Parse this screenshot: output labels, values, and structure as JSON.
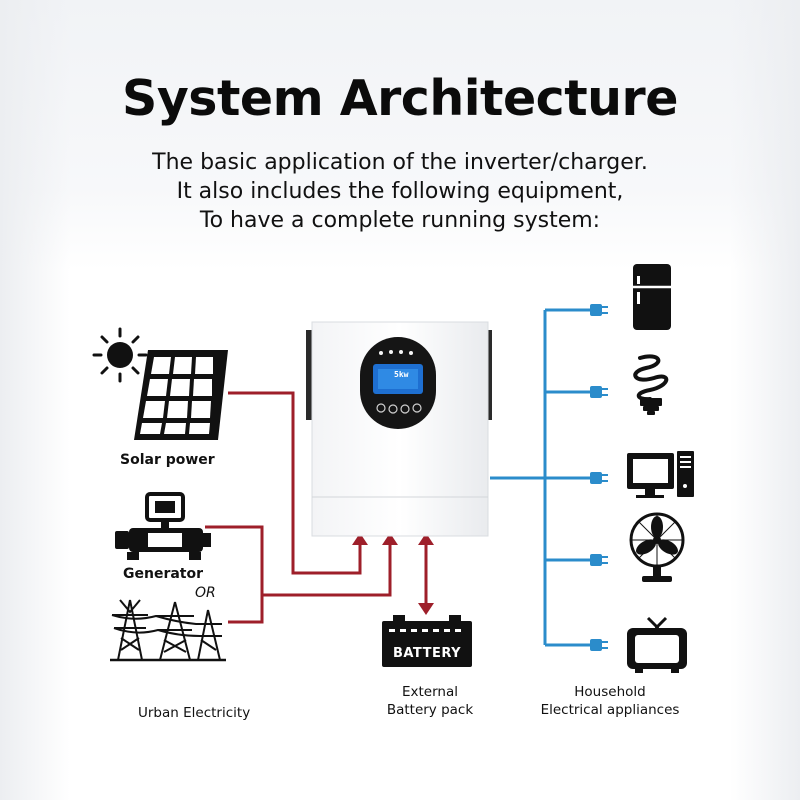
{
  "header": {
    "title": "System Architecture",
    "subtitle_lines": [
      "The basic application of the inverter/charger.",
      "It also includes the following equipment,",
      "To have a complete running system:"
    ]
  },
  "inputs": {
    "solar_label": "Solar power",
    "generator_label": "Generator",
    "or_label": "OR",
    "grid_label": "Urban Electricity"
  },
  "battery": {
    "device_text": "BATTERY",
    "label_line1": "External",
    "label_line2": "Battery pack"
  },
  "appliances": {
    "label_line1": "Household",
    "label_line2": "Electrical appliances",
    "items": [
      "refrigerator-icon",
      "light-bulb-icon",
      "computer-icon",
      "fan-icon",
      "television-icon"
    ]
  },
  "inverter": {
    "lcd_text": "5kw"
  },
  "colors": {
    "input_lines": "#9e1f2a",
    "output_lines": "#2b8ccb",
    "icons": "#111111"
  }
}
